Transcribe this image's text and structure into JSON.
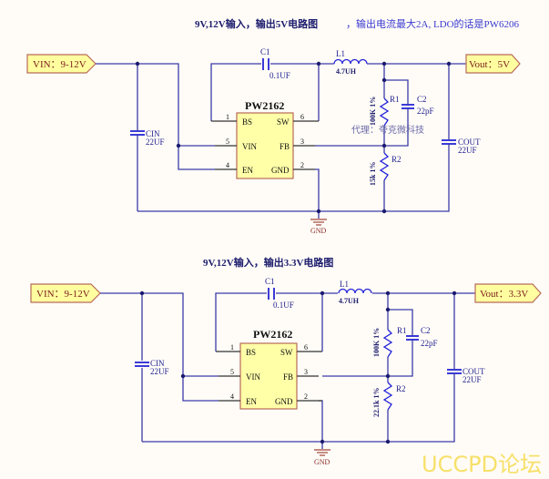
{
  "diagram": "PW2162 buck converter reference schematics",
  "watermark": "UCCPD论坛",
  "colors": {
    "wire": "#3b3ba8",
    "chip_fill": "#ffffa8",
    "flag_fill": "#ffffa0",
    "component": "#2020d8",
    "ground": "#a0453a",
    "watermark": "#f7e06a"
  },
  "circuits": [
    {
      "title_bold": "9V,12V输入，输出5V电路图",
      "title_note": "，输出电流最大2A, LDO的话是PW6206",
      "vin_flag": "VIN：9-12V",
      "vout_flag": "Vout：5V",
      "chip": {
        "name": "PW2162",
        "pins": [
          {
            "num": "1",
            "name": "BS"
          },
          {
            "num": "5",
            "name": "VIN"
          },
          {
            "num": "4",
            "name": "EN"
          },
          {
            "num": "6",
            "name": "SW"
          },
          {
            "num": "3",
            "name": "FB"
          },
          {
            "num": "2",
            "name": "GND"
          }
        ]
      },
      "components": {
        "c1_ref": "C1",
        "c1_val": "0.1UF",
        "l1_ref": "L1",
        "l1_val": "4.7UH",
        "cin_ref": "CIN",
        "cin_val": "22UF",
        "cout_ref": "COUT",
        "cout_val": "22UF",
        "r1_ref": "R1",
        "r1_val": "100K  1%",
        "c2_ref": "C2",
        "c2_val": "22pF",
        "r2_ref": "R2",
        "r2_val": "15k  1%"
      },
      "agent_note": "代理：夸克微科技",
      "gnd_label": "GND"
    },
    {
      "title_bold": "9V,12V输入，输出3.3V电路图",
      "vin_flag": "VIN：9-12V",
      "vout_flag": "Vout：3.3V",
      "chip": {
        "name": "PW2162",
        "pins": [
          {
            "num": "1",
            "name": "BS"
          },
          {
            "num": "5",
            "name": "VIN"
          },
          {
            "num": "4",
            "name": "EN"
          },
          {
            "num": "6",
            "name": "SW"
          },
          {
            "num": "3",
            "name": "FB"
          },
          {
            "num": "2",
            "name": "GND"
          }
        ]
      },
      "components": {
        "c1_ref": "C1",
        "c1_val": "0.1UF",
        "l1_ref": "L1",
        "l1_val": "4.7UH",
        "cin_ref": "CIN",
        "cin_val": "22UF",
        "cout_ref": "COUT",
        "cout_val": "22UF",
        "r1_ref": "R1",
        "r1_val": "100K  1%",
        "c2_ref": "C2",
        "c2_val": "22pF",
        "r2_ref": "R2",
        "r2_val": "22.1k  1%"
      },
      "gnd_label": "GND"
    }
  ]
}
